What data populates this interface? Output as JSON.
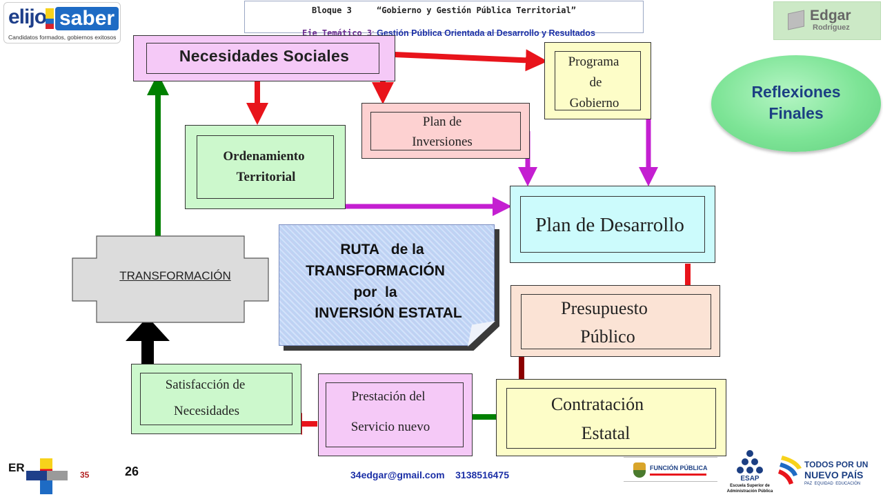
{
  "header": {
    "line1": "Bloque 3     “Gobierno y Gestión Pública Territorial”",
    "line2_prefix": "Eje Temático 3",
    "line2_sep": ":",
    "line2_rest": " Gestión Pública Orientada al Desarrollo y Resultados"
  },
  "logo_left": {
    "word1": "elijo",
    "word2": "saber",
    "tagline": "Candidatos formados, gobiernos exitosos"
  },
  "logo_right": {
    "name": "Edgar",
    "surname": "Rodríguez"
  },
  "reflexiones": {
    "line1": "Reflexiones",
    "line2": "Finales"
  },
  "boxes": {
    "necesidades": "Necesidades Sociales",
    "programa": [
      "Programa",
      "de",
      "Gobierno"
    ],
    "plan_inversiones": [
      "Plan de",
      "Inversiones"
    ],
    "ordenamiento": [
      "Ordenamiento",
      "Territorial"
    ],
    "plan_desarrollo": "Plan de Desarrollo",
    "transformacion": "TRANSFORMACIÓN",
    "ruta": [
      "RUTA   de la",
      "TRANSFORMACIÓN",
      "por  la",
      "INVERSIÓN ESTATAL"
    ],
    "presupuesto": [
      "Presupuesto",
      "Público"
    ],
    "satisfaccion": [
      "Satisfacción de",
      "Necesidades"
    ],
    "prestacion": [
      "Prestación del",
      "Servicio nuevo"
    ],
    "contratacion": [
      "Contratación",
      "Estatal"
    ]
  },
  "footer": {
    "er": "ER",
    "page_small": "35",
    "page_big": "26",
    "contact": "34edgar@gmail.com    3138516475",
    "funcion_publica": "FUNCIÓN PÚBLICA",
    "esap_line1": "Escuela Superior de",
    "esap_line2": "Administración Pública",
    "esap_acr": "ESAP",
    "todos_line1": "TODOS POR UN",
    "todos_line2": "NUEVO PAÍS",
    "todos_line3": "PAZ  EQUIDAD  EDUCACIÓN"
  },
  "colors": {
    "red": "#e8141b",
    "green": "#008000",
    "magenta": "#c41fd1",
    "dark_red": "#8b0000",
    "black": "#000000"
  }
}
